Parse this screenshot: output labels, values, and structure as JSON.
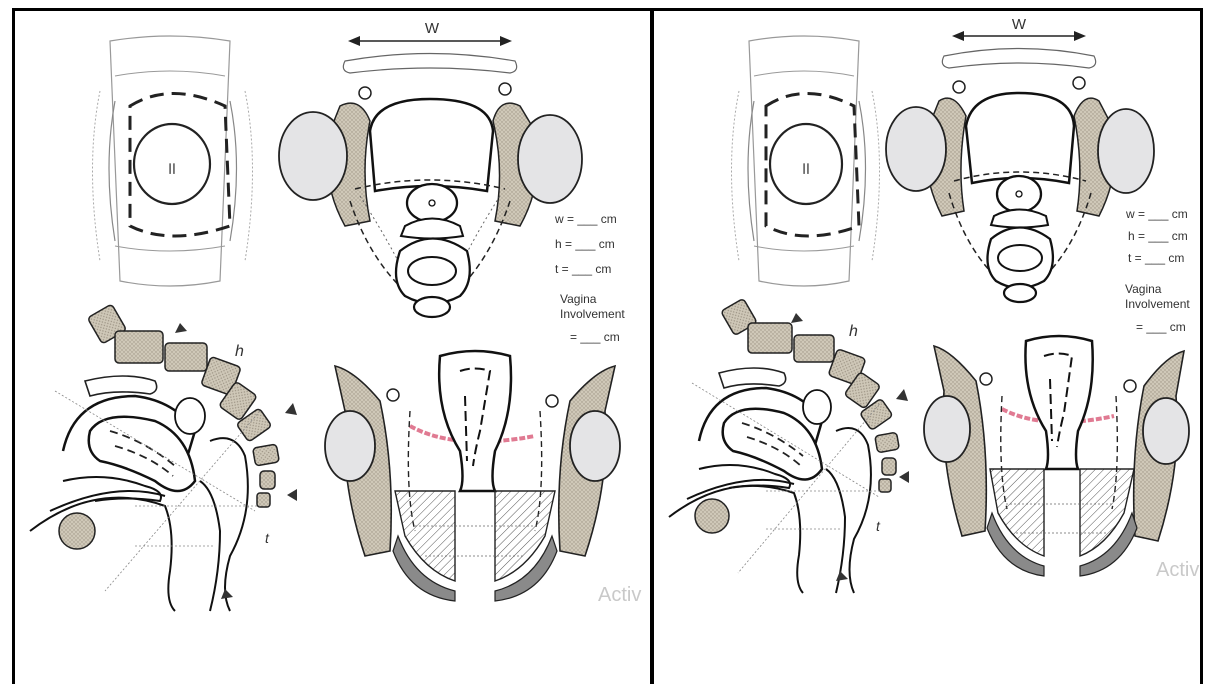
{
  "panels": [
    {
      "id": "left",
      "width_label": "W",
      "measurements": [
        "w = ___ cm",
        "h = ___ cm",
        "t = ___ cm"
      ],
      "vagina_label_line1": "Vagina",
      "vagina_label_line2": "Involvement",
      "vagina_value": "= ___ cm",
      "height_letter": "h",
      "thickness_letter": "t",
      "watermark": "Activ"
    },
    {
      "id": "right",
      "width_label": "W",
      "measurements": [
        "w = ___ cm",
        "h = ___ cm",
        "t = ___ cm"
      ],
      "vagina_label_line1": "Vagina",
      "vagina_label_line2": "Involvement",
      "vagina_value": "= ___ cm",
      "height_letter": "h",
      "thickness_letter": "t",
      "watermark": "Activ"
    }
  ],
  "colors": {
    "bone_fill": "#cfc8b8",
    "head_fill": "#e4e4e6",
    "lesion_color": "#e07a92",
    "line": "#111111"
  }
}
